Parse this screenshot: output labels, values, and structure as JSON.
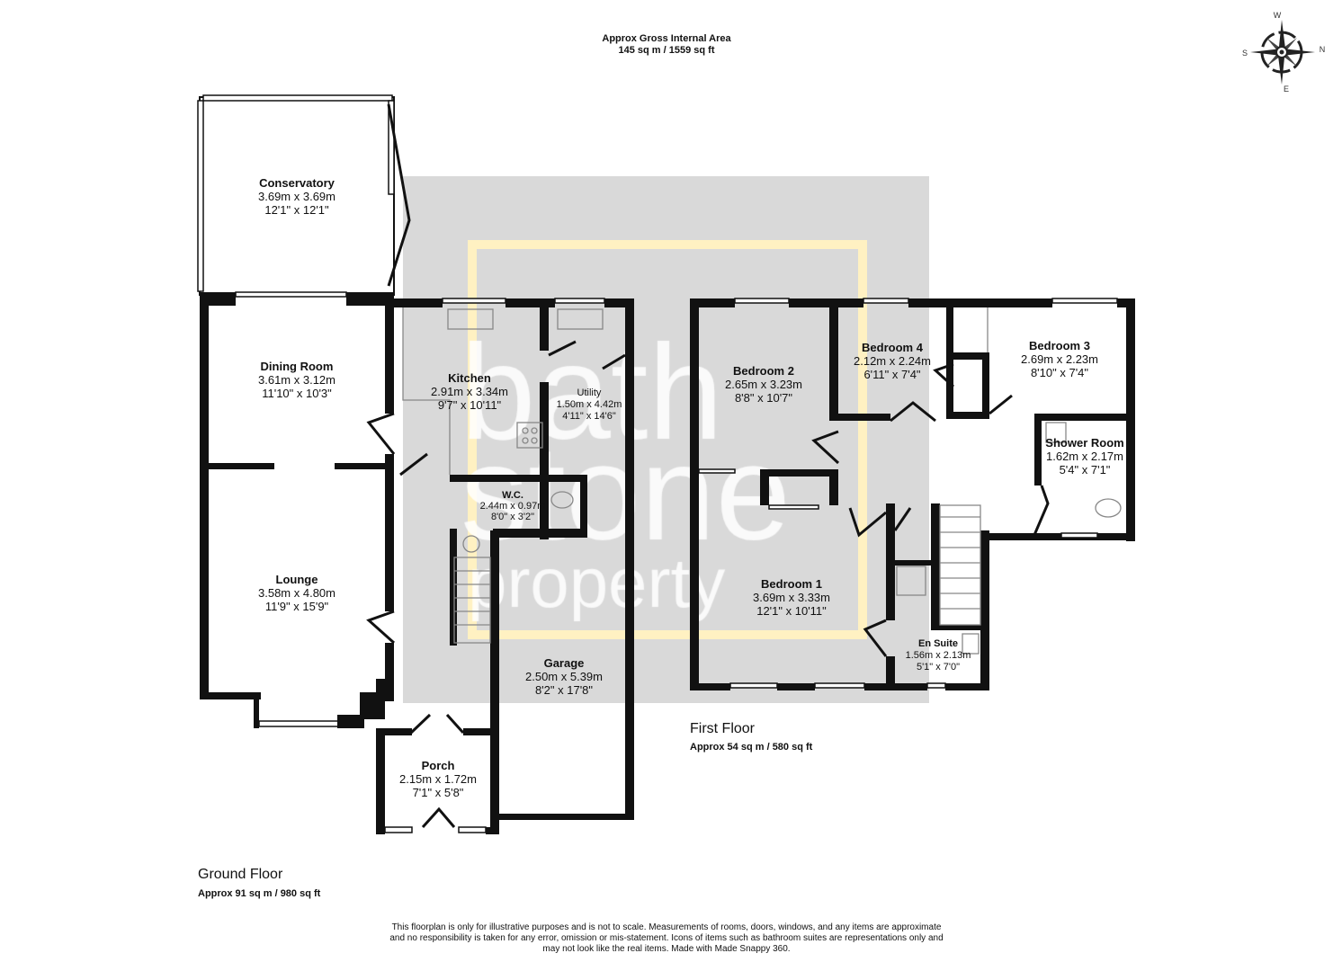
{
  "header": {
    "title": "Approx Gross Internal Area",
    "area": "145 sq m / 1559 sq ft"
  },
  "compass": {
    "north": "N",
    "south": "S",
    "east": "E",
    "west": "W"
  },
  "watermark": {
    "line1": "bath",
    "line2": "stone",
    "line3": "property",
    "color_bg": "#d9d9d9",
    "color_frame": "#fff1c2"
  },
  "ground_floor": {
    "label": "Ground Floor",
    "area": "Approx 91 sq m / 980 sq ft",
    "rooms": [
      {
        "name": "Conservatory",
        "metric": "3.69m x 3.69m",
        "imperial": "12'1\" x 12'1\""
      },
      {
        "name": "Dining Room",
        "metric": "3.61m x 3.12m",
        "imperial": "11'10\" x 10'3\""
      },
      {
        "name": "Kitchen",
        "metric": "2.91m x 3.34m",
        "imperial": "9'7\" x 10'11\""
      },
      {
        "name": "Utility",
        "metric": "1.50m x 4.42m",
        "imperial": "4'11\" x 14'6\""
      },
      {
        "name": "W.C.",
        "metric": "2.44m x 0.97m",
        "imperial": "8'0\" x 3'2\""
      },
      {
        "name": "Lounge",
        "metric": "3.58m x 4.80m",
        "imperial": "11'9\" x 15'9\""
      },
      {
        "name": "Garage",
        "metric": "2.50m x 5.39m",
        "imperial": "8'2\" x 17'8\""
      },
      {
        "name": "Porch",
        "metric": "2.15m x 1.72m",
        "imperial": "7'1\" x 5'8\""
      }
    ]
  },
  "first_floor": {
    "label": "First Floor",
    "area": "Approx 54 sq m / 580 sq ft",
    "rooms": [
      {
        "name": "Bedroom 2",
        "metric": "2.65m x 3.23m",
        "imperial": "8'8\" x 10'7\""
      },
      {
        "name": "Bedroom 4",
        "metric": "2.12m x 2.24m",
        "imperial": "6'11\" x 7'4\""
      },
      {
        "name": "Bedroom 3",
        "metric": "2.69m x 2.23m",
        "imperial": "8'10\" x 7'4\""
      },
      {
        "name": "Shower Room",
        "metric": "1.62m x 2.17m",
        "imperial": "5'4\" x 7'1\""
      },
      {
        "name": "Bedroom 1",
        "metric": "3.69m x 3.33m",
        "imperial": "12'1\" x 10'11\""
      },
      {
        "name": "En Suite",
        "metric": "1.56m x 2.13m",
        "imperial": "5'1\" x 7'0\""
      }
    ]
  },
  "disclaimer": [
    "This floorplan is only for illustrative purposes and is not to scale. Measurements of rooms, doors, windows, and any items are approximate",
    "and no responsibility is taken for any error, omission or mis-statement. Icons of items such as bathroom suites are representations only and",
    "may not look like the real items. Made with Made Snappy 360."
  ]
}
